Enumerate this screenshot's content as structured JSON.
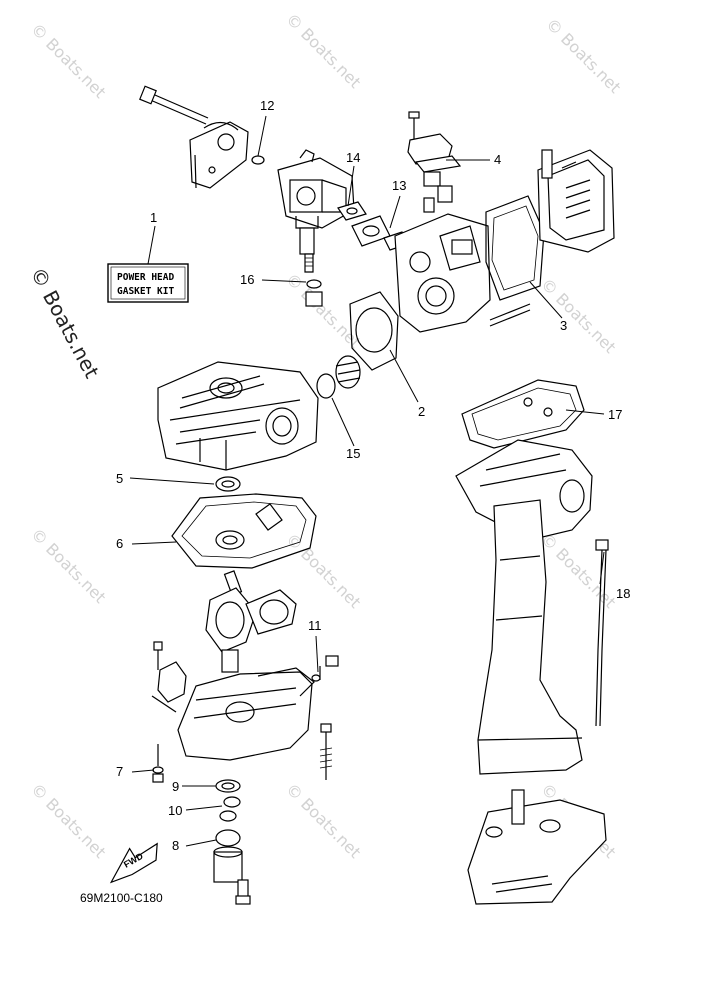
{
  "watermark": {
    "text": "© Boats.net",
    "side_text": "© Boats.net"
  },
  "callouts": [
    {
      "id": "1",
      "label": "1"
    },
    {
      "id": "2",
      "label": "2"
    },
    {
      "id": "3",
      "label": "3"
    },
    {
      "id": "4",
      "label": "4"
    },
    {
      "id": "5",
      "label": "5"
    },
    {
      "id": "6",
      "label": "6"
    },
    {
      "id": "7",
      "label": "7"
    },
    {
      "id": "8",
      "label": "8"
    },
    {
      "id": "9",
      "label": "9"
    },
    {
      "id": "10",
      "label": "10"
    },
    {
      "id": "11",
      "label": "11"
    },
    {
      "id": "12",
      "label": "12"
    },
    {
      "id": "13",
      "label": "13"
    },
    {
      "id": "14",
      "label": "14"
    },
    {
      "id": "15",
      "label": "15"
    },
    {
      "id": "16",
      "label": "16"
    },
    {
      "id": "17",
      "label": "17"
    },
    {
      "id": "18",
      "label": "18"
    }
  ],
  "gasket_kit_box": {
    "line1": "POWER HEAD",
    "line2": "GASKET KIT"
  },
  "fwd_arrow": {
    "label": "FWD"
  },
  "diagram_code": "69M2100-C180",
  "colors": {
    "line": "#000000",
    "watermark": "#d2d2d2",
    "background": "#ffffff"
  }
}
